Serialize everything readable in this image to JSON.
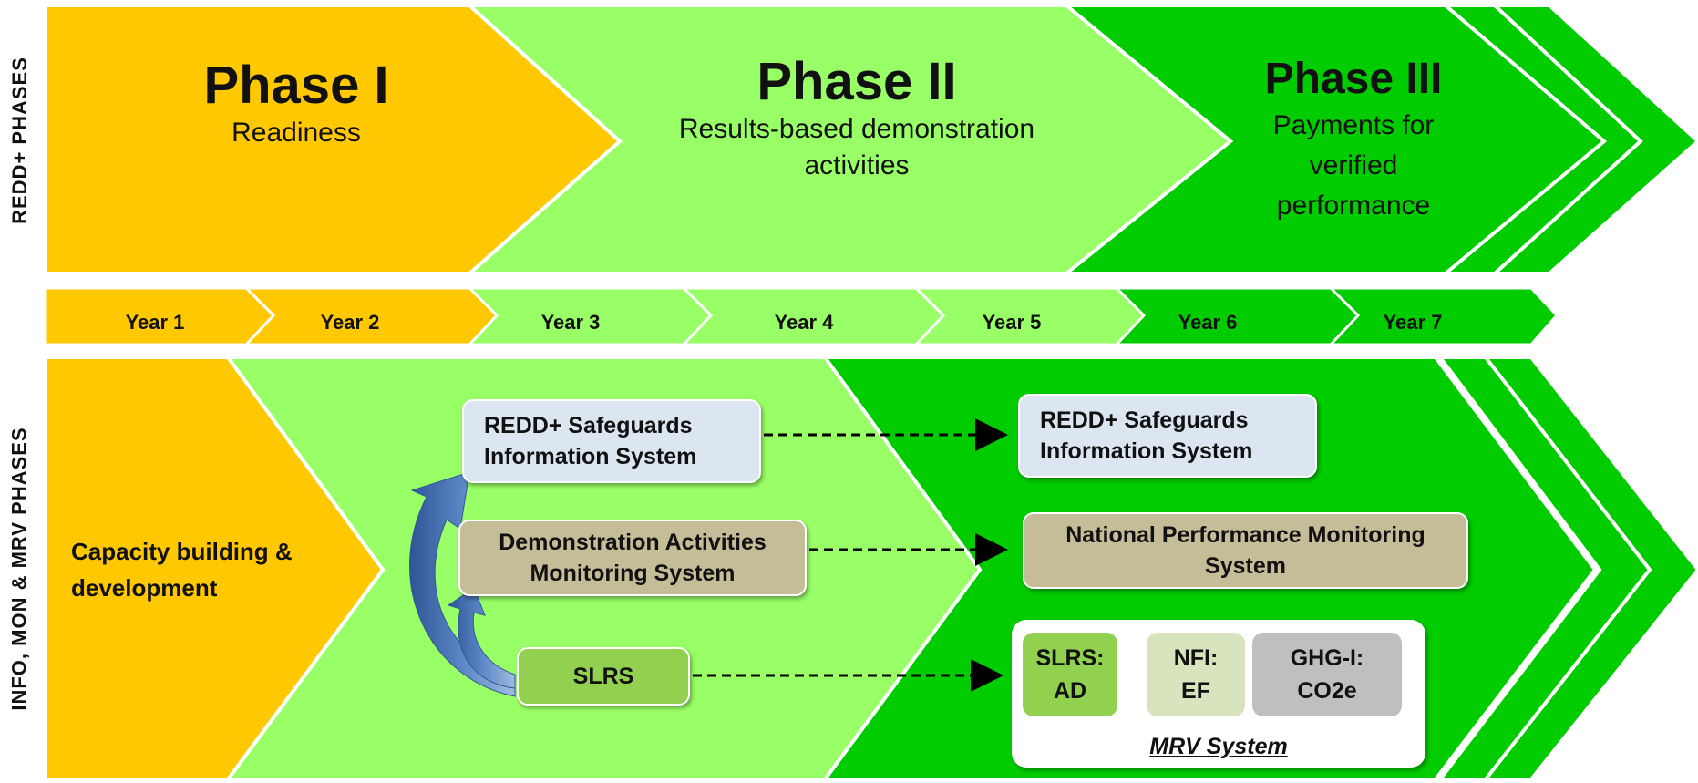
{
  "side_labels": {
    "top": "REDD+ PHASES",
    "bottom": "INFO, MON & MRV PHASES"
  },
  "phases": [
    {
      "title": "Phase I",
      "subtitle": "Readiness",
      "color": "#ffc800"
    },
    {
      "title": "Phase II",
      "subtitle": "Results-based demonstration activities",
      "color": "#99ff66"
    },
    {
      "title": "Phase III",
      "subtitle": "Payments for verified performance",
      "color": "#00cc00"
    }
  ],
  "years": [
    "Year 1",
    "Year 2",
    "Year 3",
    "Year  4",
    "Year  5",
    "Year  6",
    "Year  7"
  ],
  "info_phase": {
    "capacity": "Capacity building & development",
    "safeguards_left": "REDD+ Safeguards Information System",
    "demo_monitoring": "Demonstration Activities Monitoring System",
    "slrs": "SLRS",
    "safeguards_right": "REDD+ Safeguards Information System",
    "national_monitoring": "National Performance Monitoring System",
    "mrv": {
      "cells": [
        {
          "line1": "SLRS:",
          "line2": "AD",
          "color": "#92d050"
        },
        {
          "line1": "NFI:",
          "line2": "EF",
          "color": "#d7e4bd"
        },
        {
          "line1": "GHG-I:",
          "line2": "CO2e",
          "color": "#bfbfbf"
        }
      ],
      "label": "MRV System"
    }
  },
  "colors": {
    "phase1": "#ffc800",
    "phase2": "#99ff66",
    "phase3": "#00cc00",
    "arrow_blue": "#4f81bd"
  }
}
